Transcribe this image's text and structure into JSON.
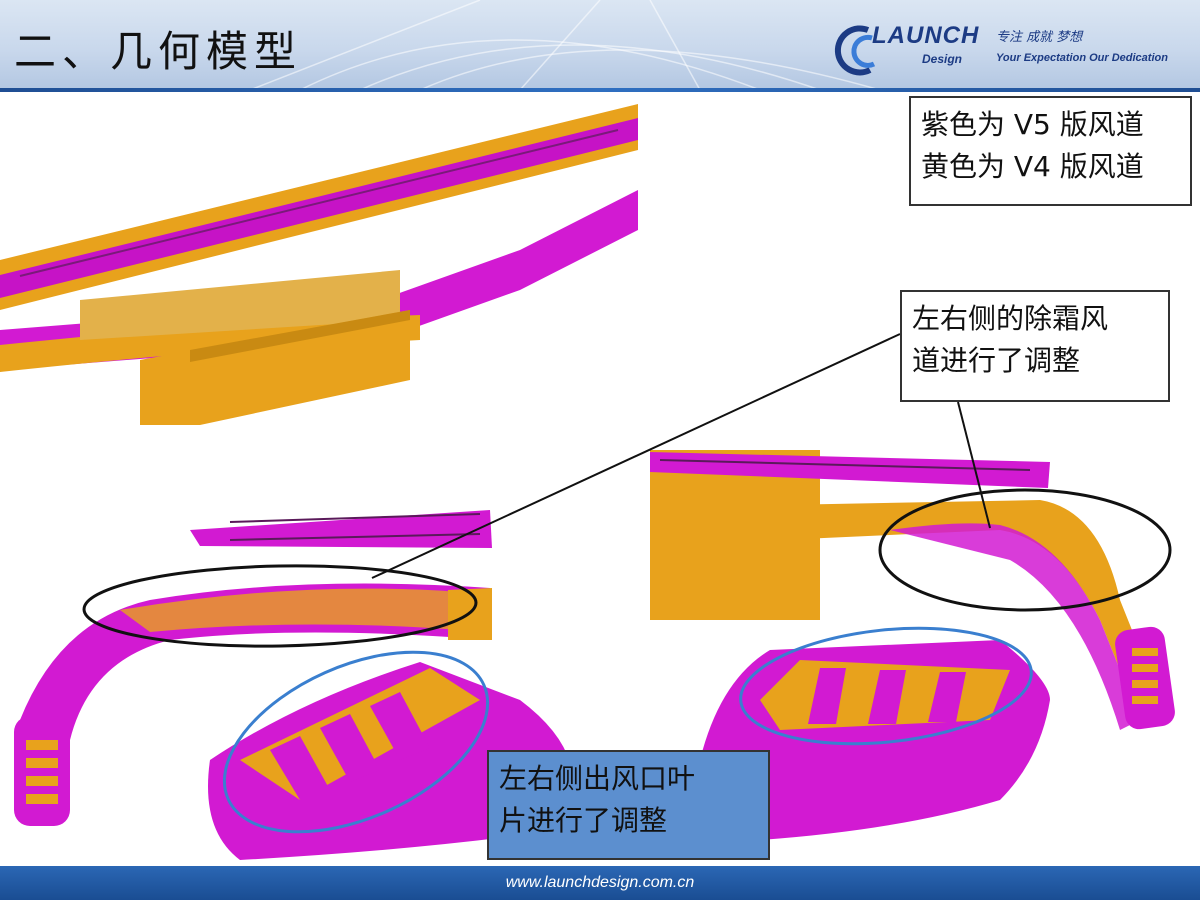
{
  "header": {
    "title": "二、几何模型",
    "logo": {
      "name": "LAUNCH",
      "sub": "Design",
      "motto": "专注 成就 梦想",
      "tagline": "Your Expectation Our Dedication"
    }
  },
  "legend_box": {
    "line1": "紫色为 V5 版风道",
    "line2": "黄色为 V4 版风道"
  },
  "callout_defrost": {
    "line1": "左右侧的除霜风",
    "line2": "道进行了调整"
  },
  "callout_outlet": {
    "line1": "左右侧出风口叶",
    "line2": "片进行了调整"
  },
  "colors": {
    "purple": "#d21ad2",
    "yellow": "#e8a21c",
    "header_blue": "#1f4e93",
    "callout_blue": "#5c8fcf"
  },
  "footer": {
    "url": "www.launchdesign.com.cn"
  }
}
